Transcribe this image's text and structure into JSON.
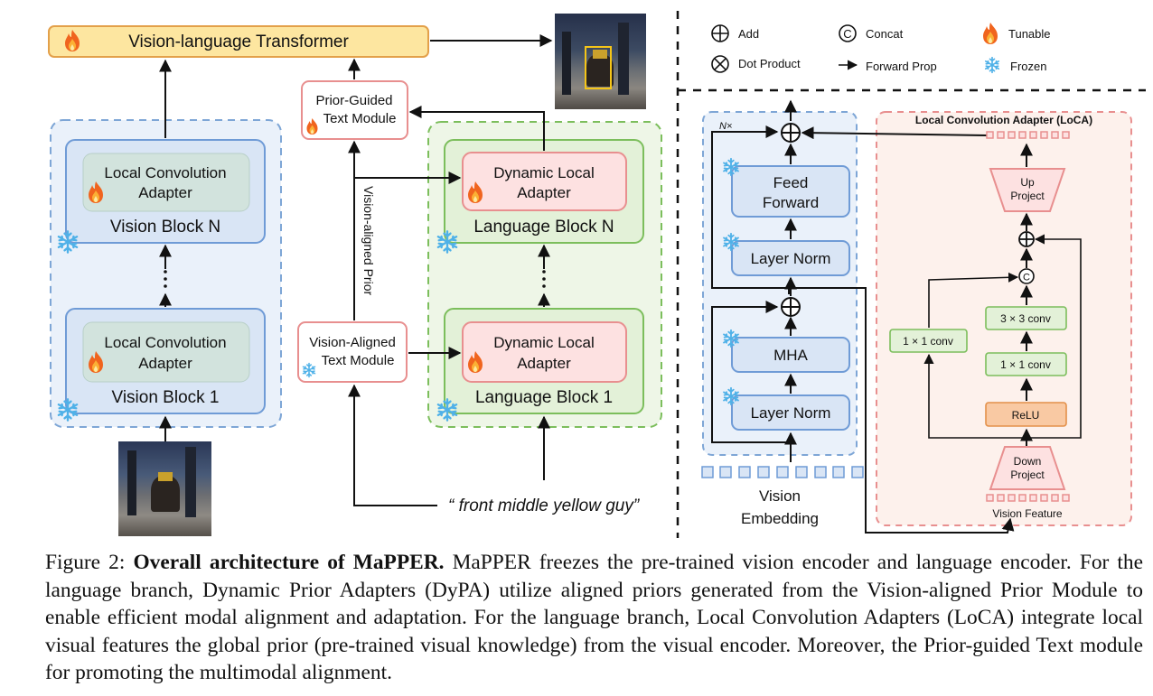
{
  "figure": {
    "top": {
      "transformer": "Vision-language Transformer",
      "prior_guided_1": "Prior-Guided",
      "prior_guided_2": "Text Module"
    },
    "vision": {
      "loca_1": "Local Convolution",
      "loca_2": "Adapter",
      "block_n": "Vision Block N",
      "block_1": "Vision Block 1"
    },
    "language": {
      "dypa_1": "Dynamic Local",
      "dypa_2": "Adapter",
      "block_n": "Language Block N",
      "block_1": "Language Block 1"
    },
    "middle": {
      "vat_1": "Vision-Aligned",
      "vat_2": "Text Module",
      "prior_label": "Vision-aligned Prior",
      "query": "“ front middle yellow guy”"
    },
    "legend": {
      "add": "Add",
      "concat": "Concat",
      "tunable": "Tunable",
      "dot": "Dot Product",
      "forward": "Forward Prop",
      "frozen": "Frozen"
    },
    "encoder": {
      "n_times": "N×",
      "ff_1": "Feed",
      "ff_2": "Forward",
      "ln": "Layer Norm",
      "mha": "MHA",
      "emb_1": "Vision",
      "emb_2": "Embedding"
    },
    "loca": {
      "title": "Local Convolution Adapter (LoCA)",
      "up_1": "Up",
      "up_2": "Project",
      "conv3": "3 × 3 conv",
      "conv1a": "1 × 1 conv",
      "conv1b": "1 × 1 conv",
      "relu": "ReLU",
      "down_1": "Down",
      "down_2": "Project",
      "feature": "Vision Feature"
    },
    "symbols": {
      "add": "⊕",
      "concat": "©",
      "dot": "⊗"
    }
  },
  "caption": {
    "label": "Figure 2:",
    "bold": "Overall architecture of MaPPER.",
    "text": "MaPPER freezes the pre-trained vision encoder and language encoder. For the language branch, Dynamic Prior Adapters (DyPA) utilize aligned priors generated from the Vision-aligned Prior Module to enable efficient modal alignment and adaptation. For the language branch, Local Convolution Adapters (LoCA) integrate local visual features the global prior (pre-trained visual knowledge) from the visual encoder. Moreover, the Prior-guided Text module for promoting the multimodal alignment."
  },
  "colors": {
    "blue_fill": "#dbe6f4",
    "blue_stroke": "#6f9bd6",
    "green_fill": "#e6f2dc",
    "green_stroke": "#7cbe5c",
    "red_fill": "#fde1e1",
    "red_stroke": "#e88f8f",
    "yellow_fill": "#fde6a0",
    "yellow_stroke": "#e3a04a",
    "orange_fill": "#f9c9a3"
  }
}
